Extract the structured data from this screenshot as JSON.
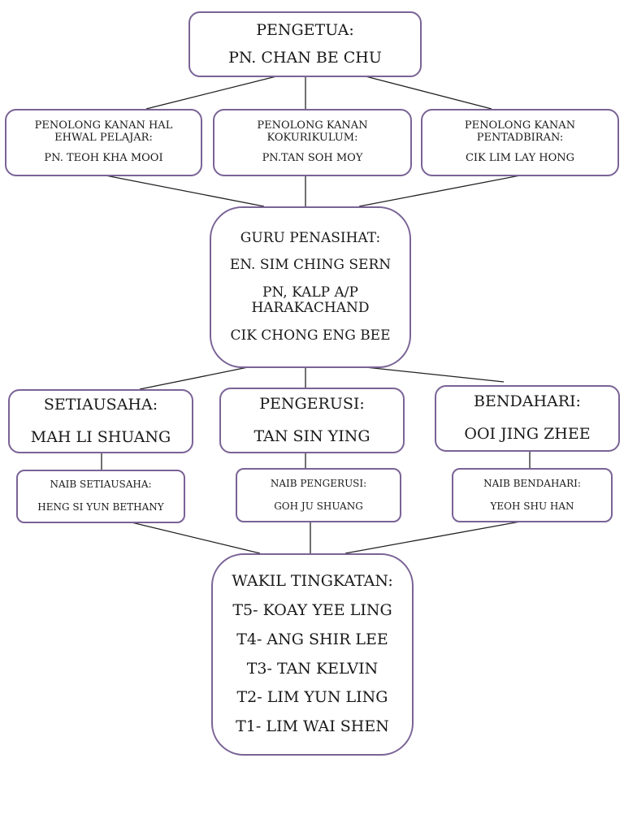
{
  "pengetua": {
    "title": "PENGETUA:",
    "name": "PN. CHAN BE CHU"
  },
  "penolong": [
    {
      "title": "PENOLONG KANAN HAL EHWAL PELAJAR:",
      "name": "PN. TEOH KHA MOOI"
    },
    {
      "title": "PENOLONG KANAN KOKURIKULUM:",
      "name": "PN.TAN SOH MOY"
    },
    {
      "title": "PENOLONG KANAN PENTADBIRAN:",
      "name": "CIK LIM LAY HONG"
    }
  ],
  "guru": {
    "title": "GURU PENASIHAT:",
    "names": [
      "EN. SIM CHING SERN",
      "PN, KALP A/P HARAKACHAND",
      "CIK CHONG ENG BEE"
    ]
  },
  "ajk": [
    {
      "title": "SETIAUSAHA:",
      "name": "MAH LI SHUANG"
    },
    {
      "title": "PENGERUSI:",
      "name": "TAN SIN YING"
    },
    {
      "title": "BENDAHARI:",
      "name": "OOI JING ZHEE"
    }
  ],
  "naib": [
    {
      "title": "NAIB SETIAUSAHA:",
      "name": "HENG SI YUN BETHANY"
    },
    {
      "title": "NAIB PENGERUSI:",
      "name": "GOH JU SHUANG"
    },
    {
      "title": "NAIB BENDAHARI:",
      "name": "YEOH SHU HAN"
    }
  ],
  "wakil": {
    "title": "WAKIL TINGKATAN:",
    "names": [
      "T5- KOAY YEE LING",
      "T4- ANG SHIR LEE",
      "T3- TAN KELVIN",
      "T2- LIM YUN LING",
      "T1- LIM WAI SHEN"
    ]
  },
  "colors": {
    "border": "#7a6396",
    "line": "#222222"
  }
}
